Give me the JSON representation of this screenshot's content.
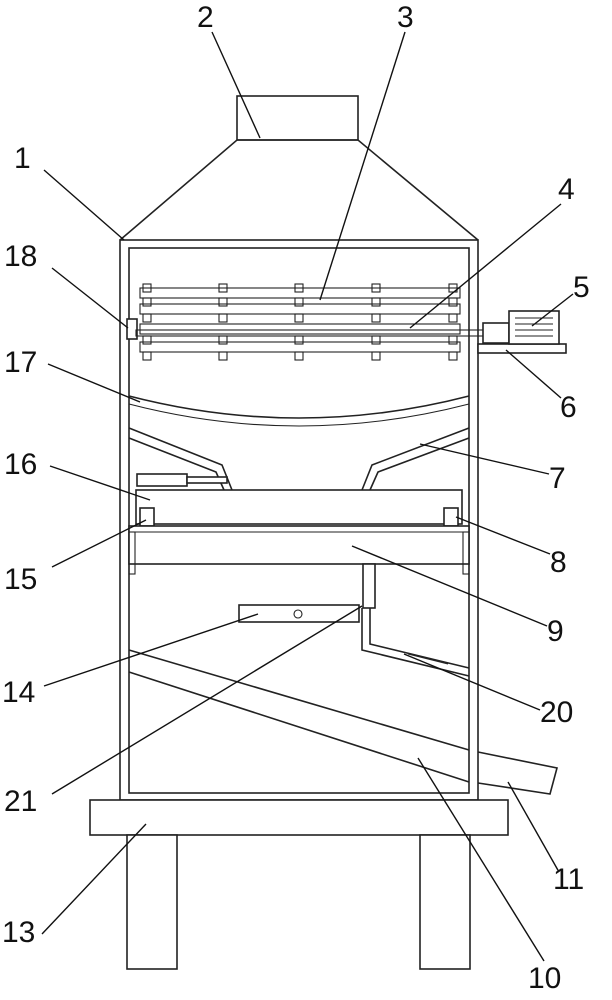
{
  "labels": {
    "l1": "1",
    "l2": "2",
    "l3": "3",
    "l4": "4",
    "l5": "5",
    "l6": "6",
    "l7": "7",
    "l8": "8",
    "l9": "9",
    "l10": "10",
    "l11": "11",
    "l13": "13",
    "l14": "14",
    "l15": "15",
    "l16": "16",
    "l17": "17",
    "l18": "18",
    "l20": "20",
    "l21": "21"
  }
}
